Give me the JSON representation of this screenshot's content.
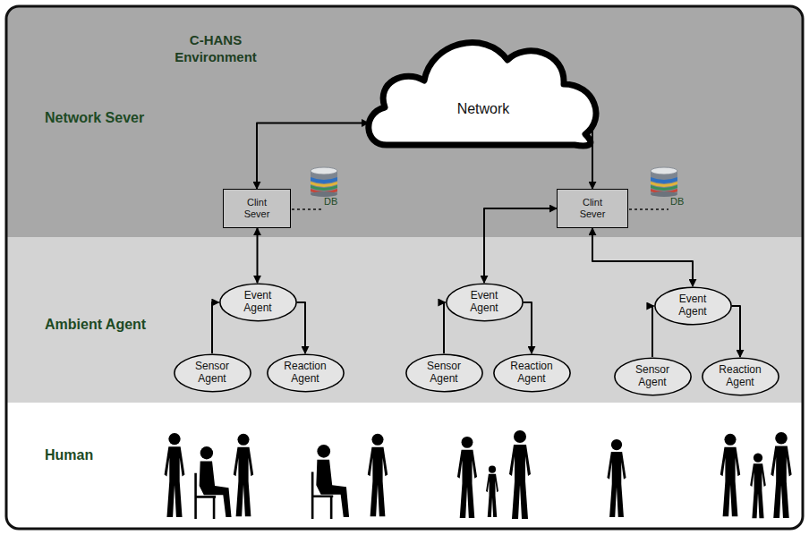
{
  "diagram": {
    "title": "C-HANS Environment",
    "nodes": [
      {
        "text": [
          "Network Sever"
        ]
      },
      {
        "text": [
          "Ambient Agent"
        ]
      },
      {
        "text": [
          "Human"
        ]
      },
      {
        "text": [
          "Network"
        ],
        "in": 0
      },
      {
        "text": [
          "Clint Sever"
        ],
        "in": 0
      },
      {
        "text": [
          "Clint Sever"
        ],
        "in": 0
      },
      {
        "text": [
          "Event Agent"
        ],
        "in": 1
      },
      {
        "text": [
          "Sensor Agent"
        ],
        "in": 1
      },
      {
        "text": [
          "Reaction Agent"
        ],
        "in": 1
      },
      {
        "text": [
          "Event Agent"
        ],
        "in": 1
      },
      {
        "text": [
          "Sensor Agent"
        ],
        "in": 1
      },
      {
        "text": [
          "Reaction Agent"
        ],
        "in": 1
      },
      {
        "text": [
          "Event Agent"
        ],
        "in": 1
      },
      {
        "text": [
          "Sensor Agent"
        ],
        "in": 1
      },
      {
        "text": [
          "Reaction Agent"
        ],
        "in": 1
      }
    ],
    "edges": [
      {
        "from": 4,
        "to": 3,
        "arrow": "both"
      },
      {
        "from": 5,
        "to": 3,
        "arrow": "both"
      },
      {
        "from": 4,
        "to": 6,
        "arrow": "both"
      },
      {
        "from": 5,
        "to": 9,
        "arrow": "both"
      },
      {
        "from": 5,
        "to": 12,
        "arrow": "both"
      },
      {
        "from": 7,
        "to": 6,
        "arrow": "to"
      },
      {
        "from": 6,
        "to": 8,
        "arrow": "to"
      },
      {
        "from": 10,
        "to": 9,
        "arrow": "to"
      },
      {
        "from": 9,
        "to": 11,
        "arrow": "to"
      },
      {
        "from": 13,
        "to": 12,
        "arrow": "to"
      },
      {
        "from": 12,
        "to": 14,
        "arrow": "to"
      }
    ],
    "labels": [
      "DB",
      "DB"
    ]
  }
}
